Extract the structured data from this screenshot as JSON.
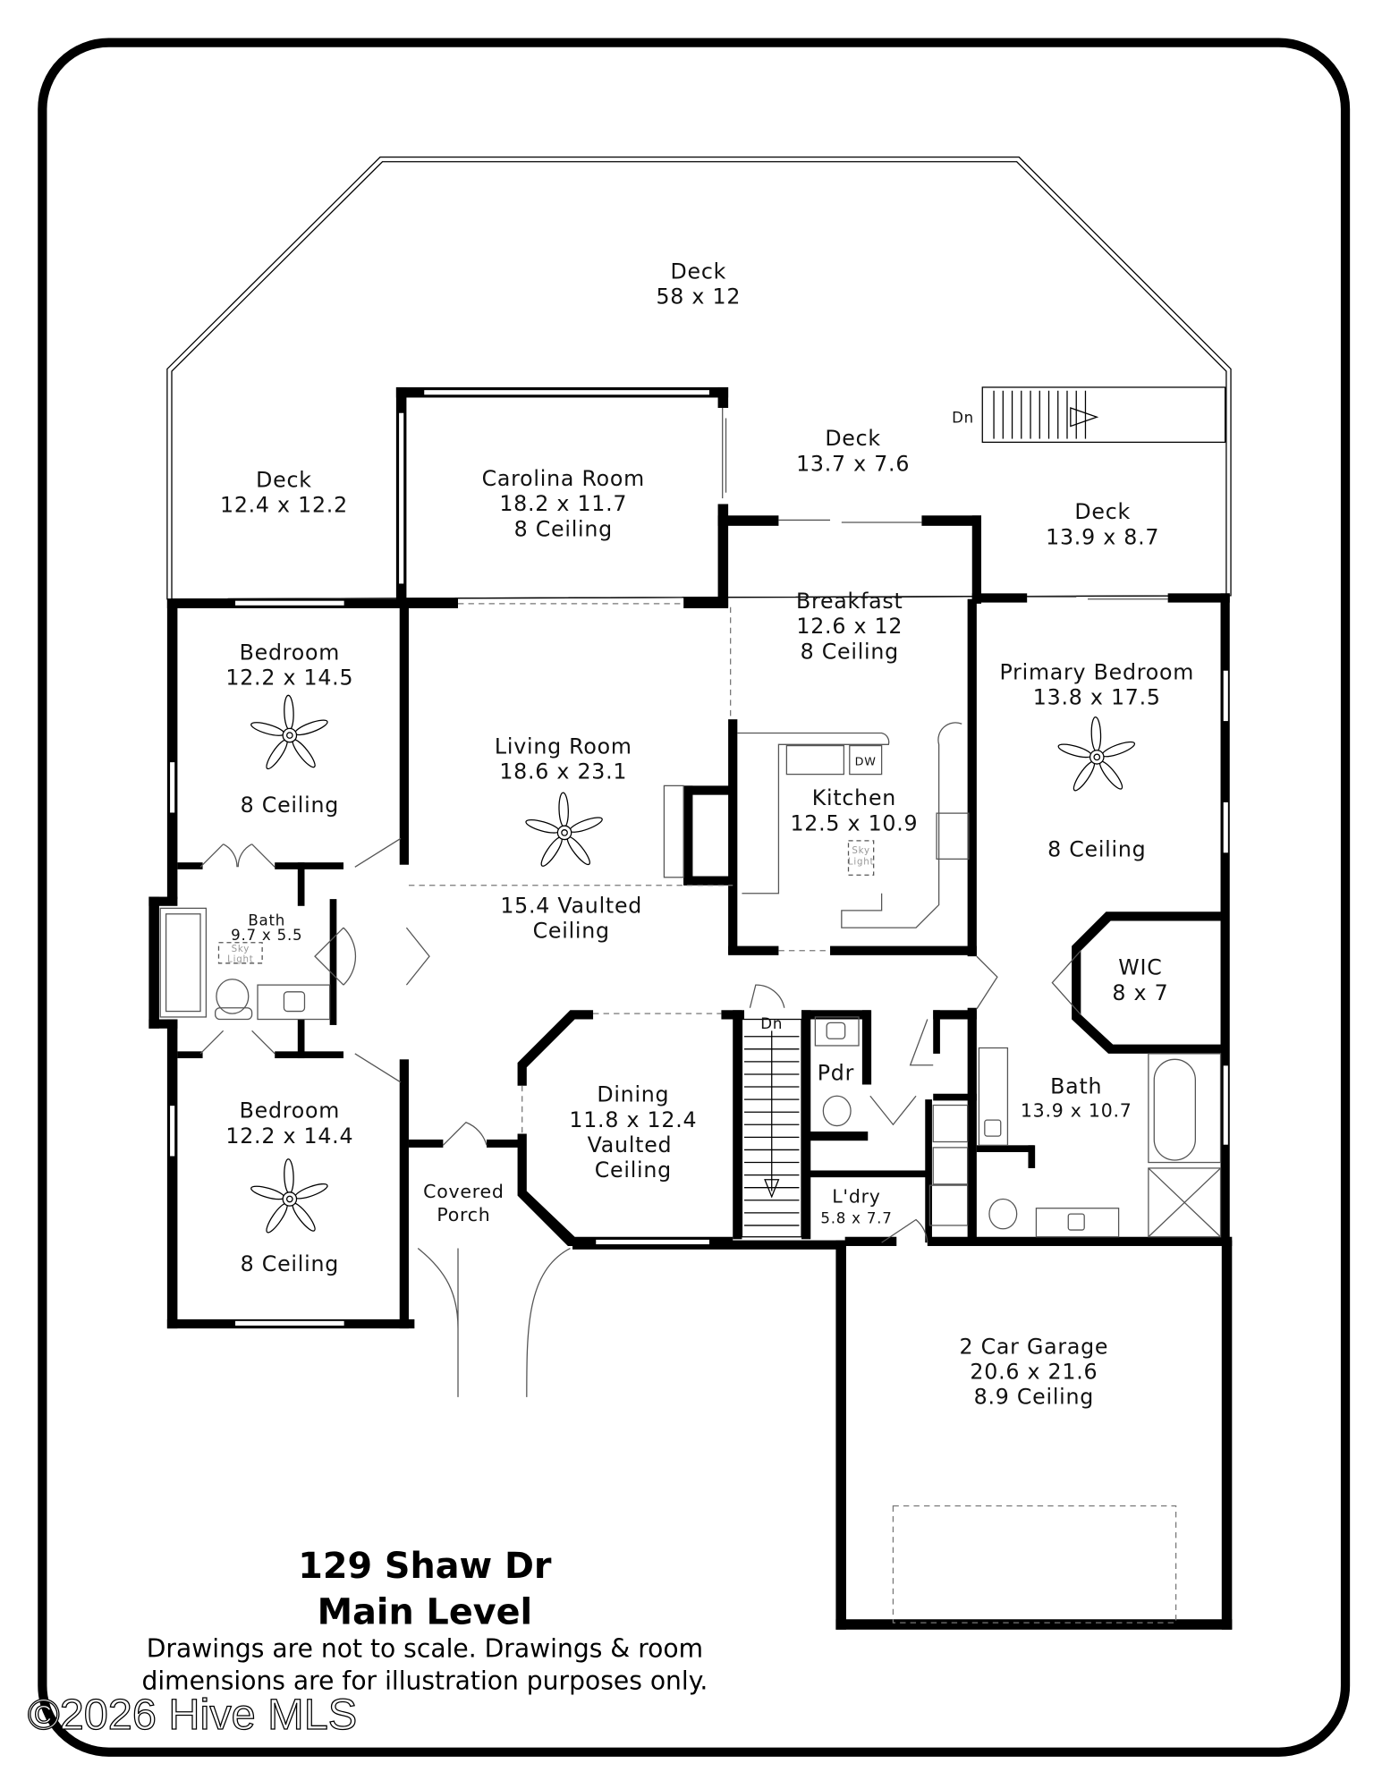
{
  "plan": {
    "title": "129 Shaw Dr",
    "subtitle": "Main Level",
    "disclaimer_line1": "Drawings are not to scale. Drawings & room",
    "disclaimer_line2": "dimensions are for illustration purposes only.",
    "watermark": "©2026 Hive MLS"
  },
  "rooms": {
    "deck_main": {
      "name": "Deck",
      "dims": "58 x 12"
    },
    "deck_left": {
      "name": "Deck",
      "dims": "12.4 x 12.2"
    },
    "carolina": {
      "name": "Carolina Room",
      "dims": "18.2 x 11.7",
      "ceiling": "8 Ceiling"
    },
    "deck_mid": {
      "name": "Deck",
      "dims": "13.7 x 7.6"
    },
    "deck_right": {
      "name": "Deck",
      "dims": "13.9 x 8.7"
    },
    "breakfast": {
      "name": "Breakfast",
      "dims": "12.6 x 12",
      "ceiling": "8 Ceiling"
    },
    "bedroom1": {
      "name": "Bedroom",
      "dims": "12.2 x 14.5",
      "ceiling": "8 Ceiling"
    },
    "living": {
      "name": "Living Room",
      "dims": "18.6 x 23.1",
      "ceiling1": "15.4 Vaulted",
      "ceiling2": "Ceiling"
    },
    "primary": {
      "name": "Primary Bedroom",
      "dims": "13.8 x 17.5",
      "ceiling": "8 Ceiling"
    },
    "kitchen": {
      "name": "Kitchen",
      "dims": "12.5 x 10.9",
      "dw": "DW"
    },
    "bath_small": {
      "name": "Bath",
      "dims": "9.7 x 5.5"
    },
    "wic": {
      "name": "WIC",
      "dims": "8 x 7"
    },
    "dining": {
      "name": "Dining",
      "dims": "11.8 x 12.4",
      "ceiling1": "Vaulted",
      "ceiling2": "Ceiling"
    },
    "pdr": {
      "name": "Pdr"
    },
    "bath_primary": {
      "name": "Bath",
      "dims": "13.9 x 10.7"
    },
    "bedroom2": {
      "name": "Bedroom",
      "dims": "12.2 x 14.4",
      "ceiling": "8 Ceiling"
    },
    "porch": {
      "name1": "Covered",
      "name2": "Porch"
    },
    "laundry": {
      "name": "L'dry",
      "dims": "5.8 x 7.7"
    },
    "garage": {
      "name": "2 Car Garage",
      "dims": "20.6 x 21.6",
      "ceiling": "8.9 Ceiling"
    }
  },
  "annotations": {
    "stairs_down": "Dn",
    "skylight1": "Sky",
    "skylight2": "Light"
  }
}
